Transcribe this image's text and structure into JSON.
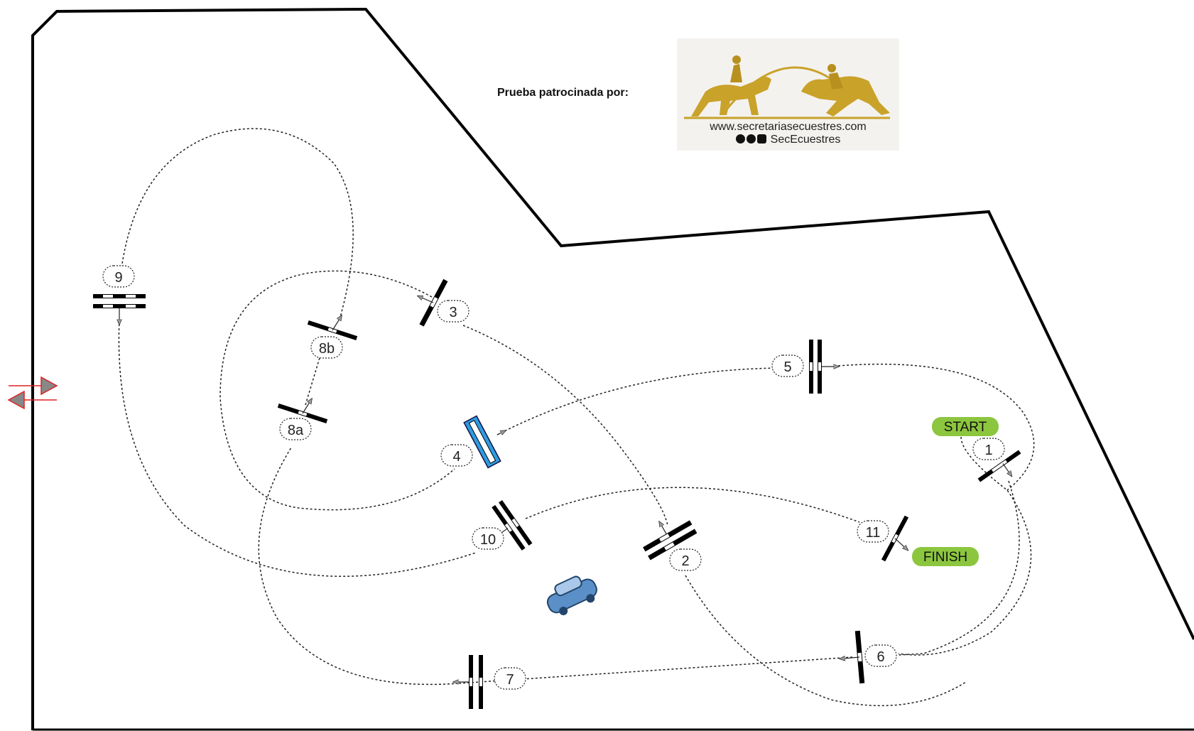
{
  "sponsor": {
    "label": "Prueba patrocinada por:",
    "logo_url_text": "www.secretariasecuestres.com",
    "logo_handle": "SecEcuestres",
    "logo_gold": "#c9a22a",
    "social_icons": [
      "twitter-icon",
      "facebook-icon",
      "instagram-icon"
    ]
  },
  "course": {
    "start_label": "START",
    "finish_label": "FINISH",
    "obstacle_labels": [
      "1",
      "2",
      "3",
      "4",
      "5",
      "6",
      "7",
      "8a",
      "8b",
      "9",
      "10",
      "11"
    ],
    "colors": {
      "arena_border": "#000000",
      "route": "#222222",
      "start_finish": "#8cc63f",
      "water_jump": "#2f9be0",
      "entrance_arrow": "#e02020",
      "car": "#5b8fc7"
    },
    "icons": [
      "entrance-exit-arrows-icon",
      "car-icon",
      "horse-rider-logo"
    ]
  }
}
